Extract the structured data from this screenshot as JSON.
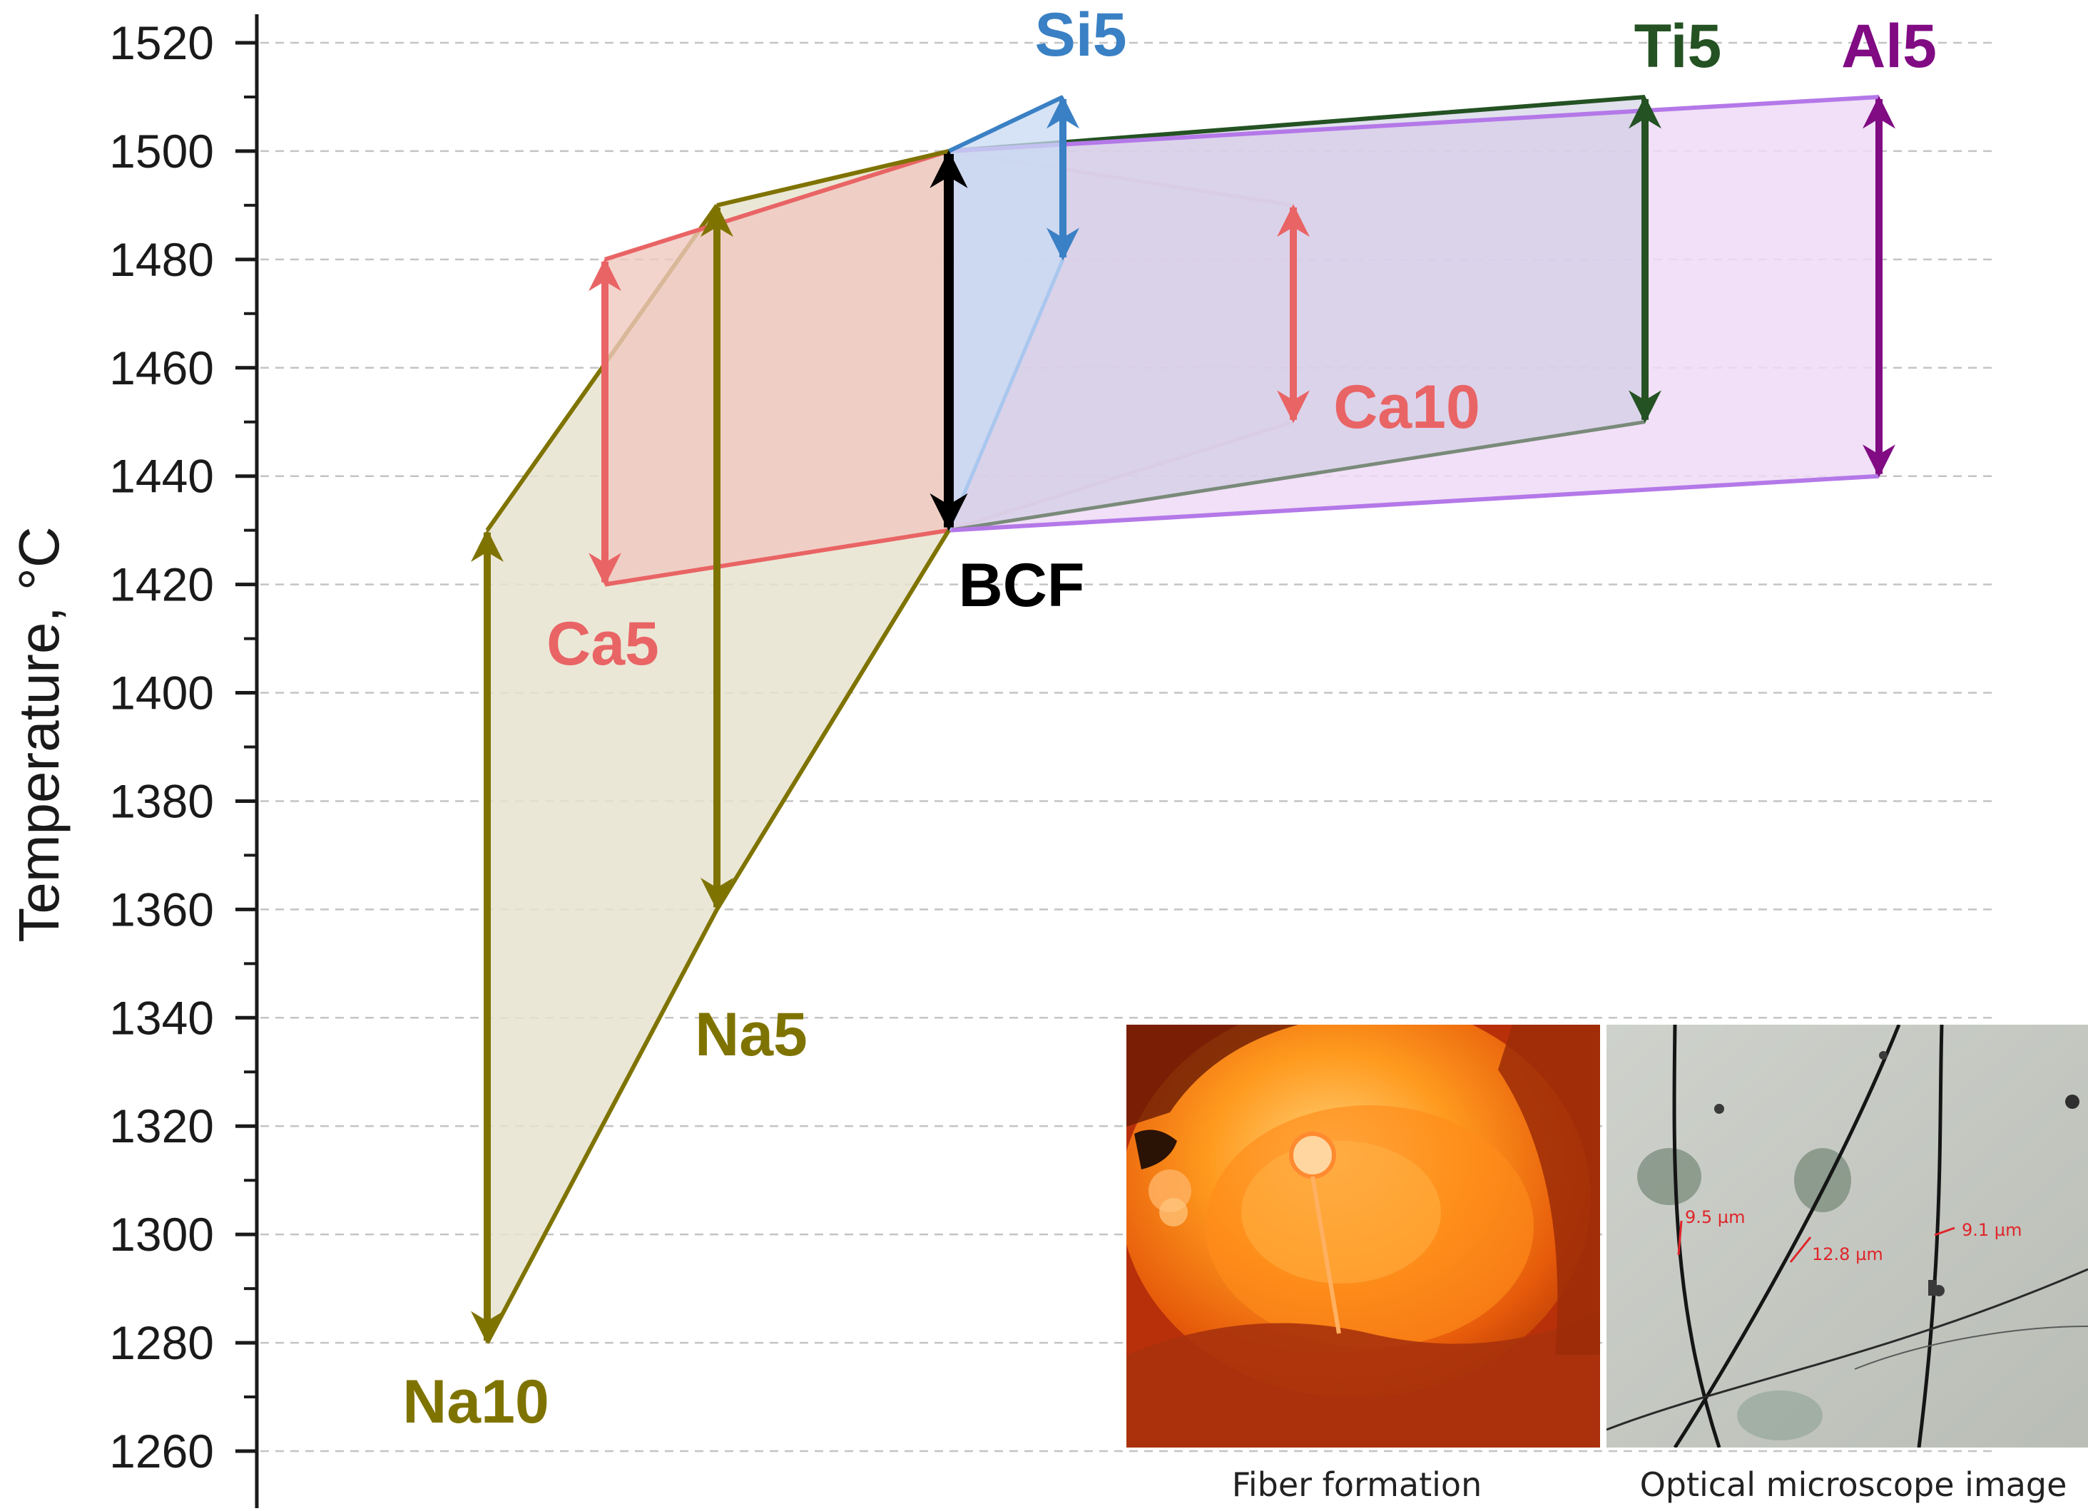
{
  "chart_data": {
    "type": "area",
    "title": "",
    "xlabel": "",
    "ylabel": "Temperature, °C",
    "ylim": [
      1255,
      1525
    ],
    "yticks": [
      1260,
      1280,
      1300,
      1320,
      1340,
      1360,
      1380,
      1400,
      1420,
      1440,
      1460,
      1480,
      1500,
      1520
    ],
    "grid": "horizontal dashed",
    "series": [
      {
        "name": "BCF",
        "color": "#000000",
        "upper": 1500,
        "lower": 1430
      },
      {
        "name": "Na10",
        "color": "#7f7300",
        "upper": 1430,
        "lower": 1280
      },
      {
        "name": "Na5",
        "color": "#7f7300",
        "upper": 1490,
        "lower": 1360
      },
      {
        "name": "Ca5",
        "color": "#e96465",
        "upper": 1480,
        "lower": 1420
      },
      {
        "name": "Ca10",
        "color": "#e96465",
        "upper": 1490,
        "lower": 1450
      },
      {
        "name": "Si5",
        "color": "#3a80c4",
        "upper": 1510,
        "lower": 1480
      },
      {
        "name": "Ti5",
        "color": "#245223",
        "upper": 1510,
        "lower": 1450
      },
      {
        "name": "Al5",
        "color": "#800b83",
        "upper": 1510,
        "lower": 1440
      }
    ]
  },
  "colors": {
    "na": "#7f7300",
    "na_fill": "#e7e3cf",
    "ca": "#e96465",
    "ca_fill": "#f0c9c0",
    "si": "#3a80c4",
    "si_fill": "#c8daf3",
    "ti": "#245223",
    "al": "#800b83",
    "al_edge": "#b478e8",
    "al_fill": "#efdbf6",
    "bcf": "#000000"
  },
  "insets": {
    "left_caption": "Fiber formation",
    "right_caption": "Optical microscope image",
    "measurements": [
      "9.5 µm",
      "12.8 µm",
      "9.1 µm"
    ]
  }
}
